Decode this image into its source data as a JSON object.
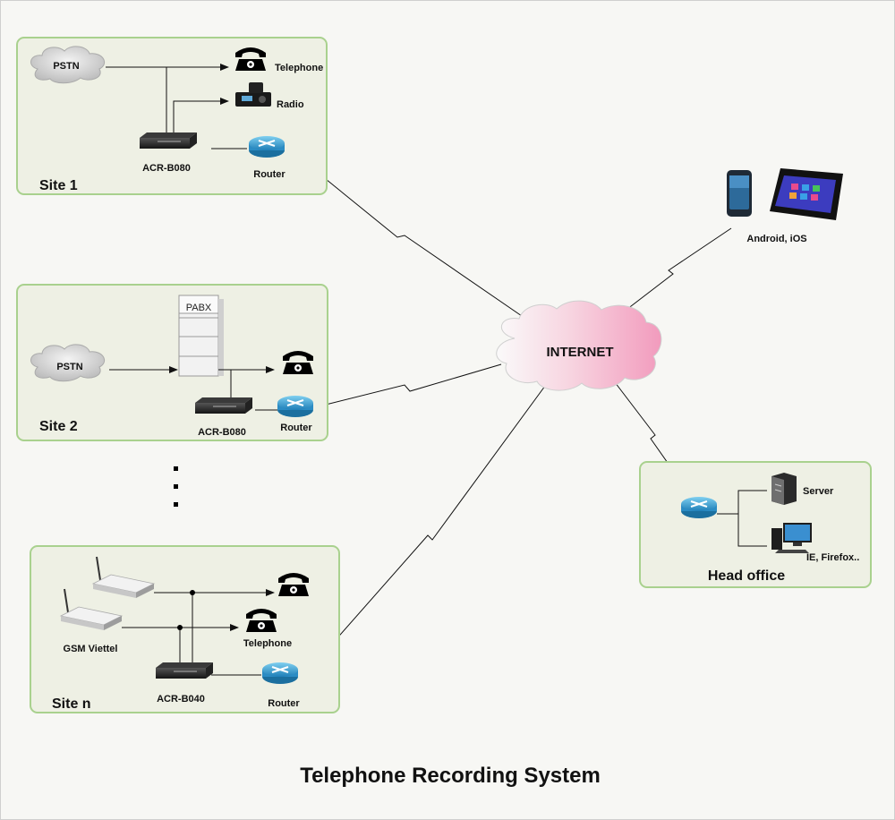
{
  "title": "Telephone Recording System",
  "internet_label": "INTERNET",
  "site1": {
    "name": "Site 1",
    "pstn": "PSTN",
    "telephone": "Telephone",
    "radio": "Radio",
    "recorder": "ACR-B080",
    "router": "Router"
  },
  "site2": {
    "name": "Site 2",
    "pstn": "PSTN",
    "pabx": "PABX",
    "recorder": "ACR-B080",
    "router": "Router"
  },
  "siten": {
    "name": "Site n",
    "gsm": "GSM Viettel",
    "telephone": "Telephone",
    "recorder": "ACR-B040",
    "router": "Router"
  },
  "mobile": {
    "label": "Android, iOS"
  },
  "head_office": {
    "name": "Head office",
    "server": "Server",
    "browser": "IE, Firefox.."
  },
  "colors": {
    "panel_fill": "#eef0e4",
    "panel_border": "#a9d18e",
    "cloud_grey": "#cfcfcf",
    "cloud_pink": "#f4a9c4",
    "router_blue": "#3fa7d8"
  },
  "icons": [
    "cloud-icon",
    "telephone-icon",
    "radio-icon",
    "recorder-device-icon",
    "router-icon",
    "pabx-icon",
    "gsm-gateway-icon",
    "smartphone-icon",
    "tablet-icon",
    "server-icon",
    "workstation-icon"
  ]
}
